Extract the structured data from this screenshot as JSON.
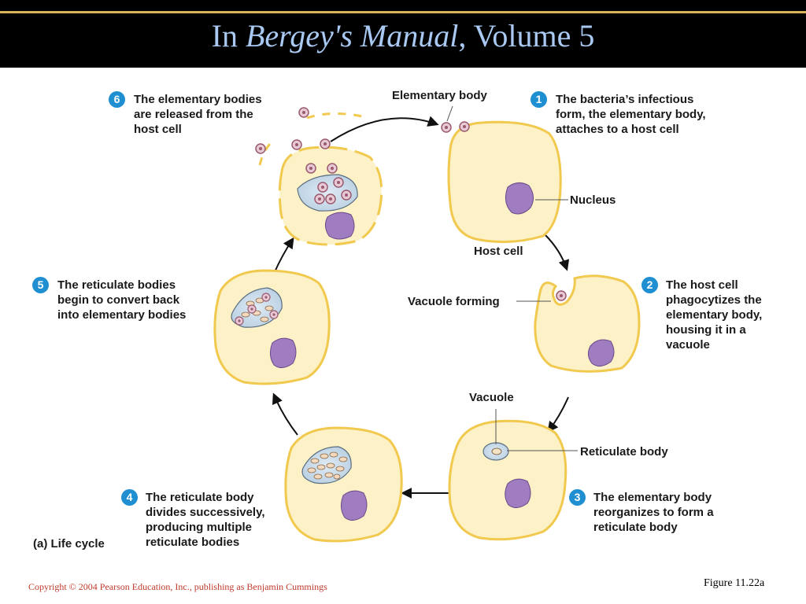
{
  "slide": {
    "title_prefix": "In ",
    "title_italic": "Bergey's Manual",
    "title_suffix": ", Volume 5"
  },
  "diagram": {
    "stages": [
      {
        "number": "1",
        "text": [
          "The bacteria’s infectious",
          "form, the elementary body,",
          "attaches to a host cell"
        ]
      },
      {
        "number": "2",
        "text": [
          "The host cell",
          "phagocytizes the",
          "elementary body,",
          "housing it in a",
          "vacuole"
        ]
      },
      {
        "number": "3",
        "text": [
          "The elementary body",
          "reorganizes to form a",
          "reticulate body"
        ]
      },
      {
        "number": "4",
        "text": [
          "The reticulate body",
          "divides successively,",
          "producing multiple",
          "reticulate bodies"
        ]
      },
      {
        "number": "5",
        "text": [
          "The reticulate bodies",
          "begin to convert back",
          "into elementary bodies"
        ]
      },
      {
        "number": "6",
        "text": [
          "The elementary bodies",
          "are released from the",
          "host cell"
        ]
      }
    ],
    "callouts": {
      "elementary_body": "Elementary body",
      "nucleus": "Nucleus",
      "host_cell": "Host cell",
      "vacuole_forming": "Vacuole forming",
      "vacuole": "Vacuole",
      "reticulate_body": "Reticulate body"
    },
    "panel_tag": "(a)",
    "panel_label": "Life cycle"
  },
  "footer": {
    "copyright": "Copyright © 2004 Pearson Education, Inc., publishing as Benjamin Cummings",
    "figure": "Figure 11.22a"
  },
  "colors": {
    "cell_fill": "#fdf1c8",
    "cell_stroke": "#f0c94e",
    "nucleus": "#a07cc0",
    "badge": "#1f8fd1",
    "title": "#a9c9f2",
    "copyright": "#c0392b"
  }
}
